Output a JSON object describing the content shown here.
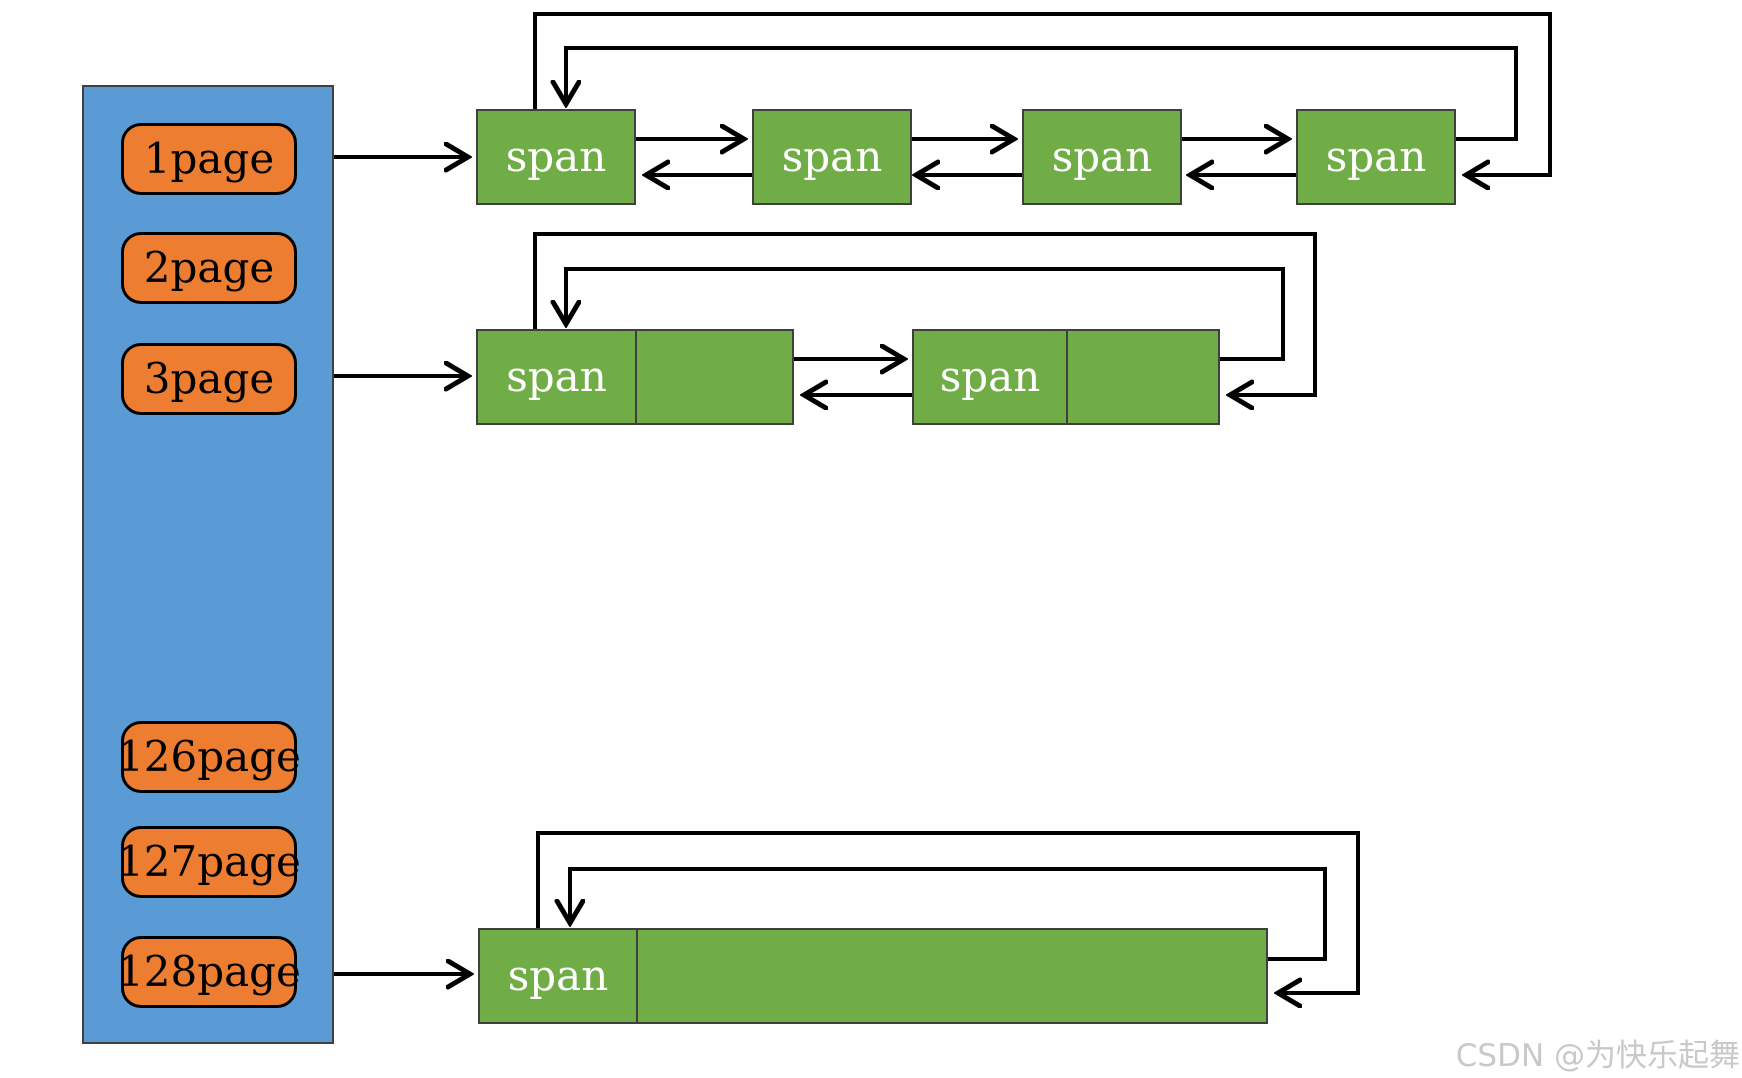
{
  "page_column": {
    "items": [
      "1page",
      "2page",
      "3page",
      "126page",
      "127page",
      "128page"
    ]
  },
  "span_rows": {
    "row1": {
      "source": "1page",
      "labels": [
        "span",
        "span",
        "span",
        "span"
      ]
    },
    "row2": {
      "source": "3page",
      "labels": [
        "span",
        "span"
      ]
    },
    "row3": {
      "source": "128page",
      "labels": [
        "span"
      ]
    }
  },
  "watermark": "CSDN @为快乐起舞",
  "colors": {
    "column_blue": "#5b9bd5",
    "page_orange": "#ed7d31",
    "span_green": "#70ad47",
    "arrow_black": "#000000",
    "watermark_gray": "#c9c9c9"
  }
}
